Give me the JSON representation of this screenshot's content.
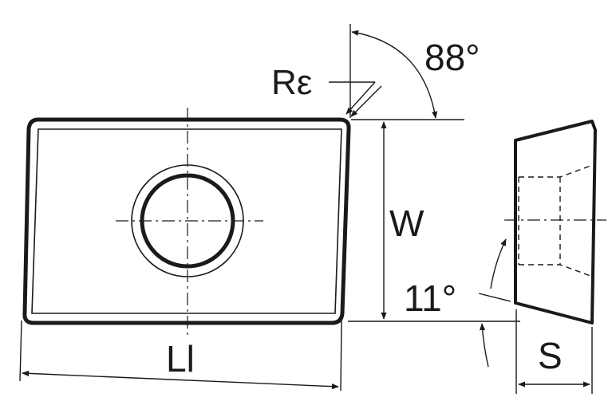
{
  "labels": {
    "corner_radius": "Rε",
    "clearance_corner_angle": "88°",
    "width": "W",
    "length": "Ll",
    "relief_angle": "11°",
    "thickness": "S"
  },
  "colors": {
    "line": "#1a1a1a",
    "background": "#ffffff"
  }
}
